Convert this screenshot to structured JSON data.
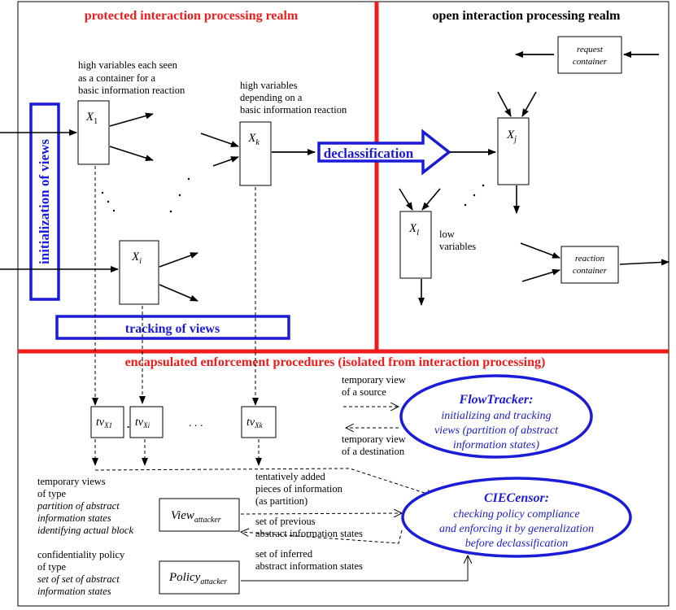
{
  "realms": {
    "protected": "protected interaction processing realm",
    "open": "open interaction processing realm",
    "enforcement": "encapsulated enforcement procedures (isolated from interaction processing)"
  },
  "labels": {
    "high_container": [
      "high variables each seen",
      "as a container for a",
      "basic information reaction"
    ],
    "high_depending": [
      "high variables",
      "depending on a",
      "basic information reaction"
    ],
    "low_variables": [
      "low",
      "variables"
    ],
    "initialization": "initialization of views",
    "declassification": "declassification",
    "tracking": "tracking of views",
    "request_container": [
      "request",
      "container"
    ],
    "reaction_container": [
      "reaction",
      "container"
    ],
    "temp_source": [
      "temporary view",
      "of a source"
    ],
    "temp_destination": [
      "temporary view",
      "of a destination"
    ],
    "temp_views_type": [
      "temporary views",
      "of type"
    ],
    "temp_views_italic": [
      "partition of abstract",
      "information states",
      "identifying actual block"
    ],
    "conf_policy": [
      "confidentiality policy",
      "of type"
    ],
    "conf_policy_italic": [
      "set of set of abstract",
      "information states"
    ],
    "tentatively": [
      "tentatively added",
      "pieces of information",
      "(as partition)"
    ],
    "set_previous": [
      "set of previous",
      "abstract information states"
    ],
    "set_inferred": [
      "set of inferred",
      "abstract information states"
    ]
  },
  "variables": {
    "x1": "X",
    "x1_sub": "1",
    "xk": "X",
    "xk_sub": "k",
    "xi": "X",
    "xi_sub": "i",
    "xj": "X",
    "xj_sub": "j",
    "xl": "X",
    "xl_sub": "l"
  },
  "tv": {
    "tv1": "tv",
    "tv1_sub": "X1",
    "tvi": "tv",
    "tvi_sub": "Xi",
    "tvk": "tv",
    "tvk_sub": "Xk",
    "dots_small": "...",
    "dots_wide": ". . ."
  },
  "components": {
    "flowtracker_title": "FlowTracker",
    "flowtracker_colon": ":",
    "flowtracker_desc": [
      "initializing and tracking",
      "views (partition of abstract",
      "information states)"
    ],
    "ciecensor_title": "CIECensor",
    "ciecensor_colon": ":",
    "ciecensor_desc": [
      "checking policy compliance",
      "and enforcing it by generalization",
      "before declassification"
    ],
    "view_attacker": "View",
    "view_attacker_sub": "attacker",
    "policy_attacker": "Policy",
    "policy_attacker_sub": "attacker"
  },
  "colors": {
    "red": "#ee1c1c",
    "blue": "#1b1bd8",
    "black": "#000000"
  }
}
